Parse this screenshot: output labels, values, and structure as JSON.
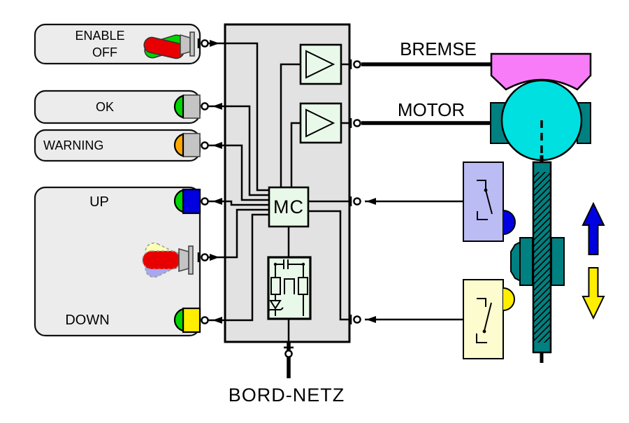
{
  "panels": {
    "enable": {
      "line1": "ENABLE",
      "line2": "OFF"
    },
    "ok": {
      "label": "OK"
    },
    "warning": {
      "label": "WARNING"
    },
    "jog": {
      "up": "UP",
      "down": "DOWN"
    }
  },
  "center": {
    "mc": "MC"
  },
  "outputs": {
    "brake": "BREMSE",
    "motor": "MOTOR"
  },
  "power": {
    "label": "BORD-NETZ"
  },
  "colors": {
    "green": "#00d500",
    "red": "#e80000",
    "orange": "#ffa800",
    "blue": "#0000e0",
    "yellow": "#ffee00",
    "cyan": "#00e0e0",
    "magenta": "#f87cf8",
    "teal": "#008080",
    "lavender": "#bcbcf4",
    "cream": "#fcfcce",
    "ghost_blue": "#a8a8f0",
    "ghost_yellow": "#ffffb2",
    "component_green": "#e9f9e9"
  }
}
